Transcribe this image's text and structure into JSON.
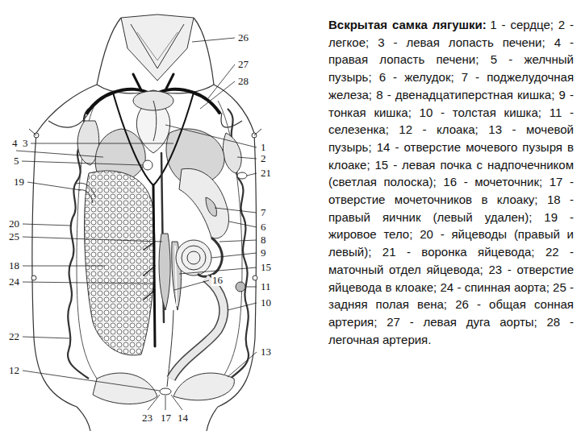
{
  "diagram": {
    "title": "Вскрытая самка лягушки:",
    "caption": "1 - сердце; 2 - легкое; 3 - левая лопасть печени; 4 - правая лопасть печени; 5 - желчный пузырь; 6 - желудок; 7 - поджелудочная железа; 8 - двенадцатиперстная кишка; 9 - тонкая кишка; 10 - толстая кишка; 11 - селезенка; 12 - клоака; 13 - мочевой пузырь; 14 - отверстие мочевого пузыря в клоаке; 15 - левая почка с надпочечником (светлая полоска); 16 - мочеточник; 17 - отверстие мочеточников в клоаку; 18 - правый яичник (левый удален); 19 - жировое тело; 20 - яйцеводы (правый и левый); 21 - воронка яйцевода; 22 - маточный отдел яйцевода; 23 - отверстие яйцевода в клоаке; 24 - спинная аорта; 25 - задняя полая вена; 26 - общая сонная артерия; 27 - левая дуга аорты; 28 - легочная артерия.",
    "labels": [
      "26",
      "27",
      "28",
      "4",
      "3",
      "1",
      "2",
      "5",
      "21",
      "19",
      "7",
      "20",
      "6",
      "25",
      "8",
      "9",
      "18",
      "15",
      "16",
      "24",
      "11",
      "10",
      "22",
      "13",
      "12",
      "23",
      "17",
      "14"
    ]
  }
}
